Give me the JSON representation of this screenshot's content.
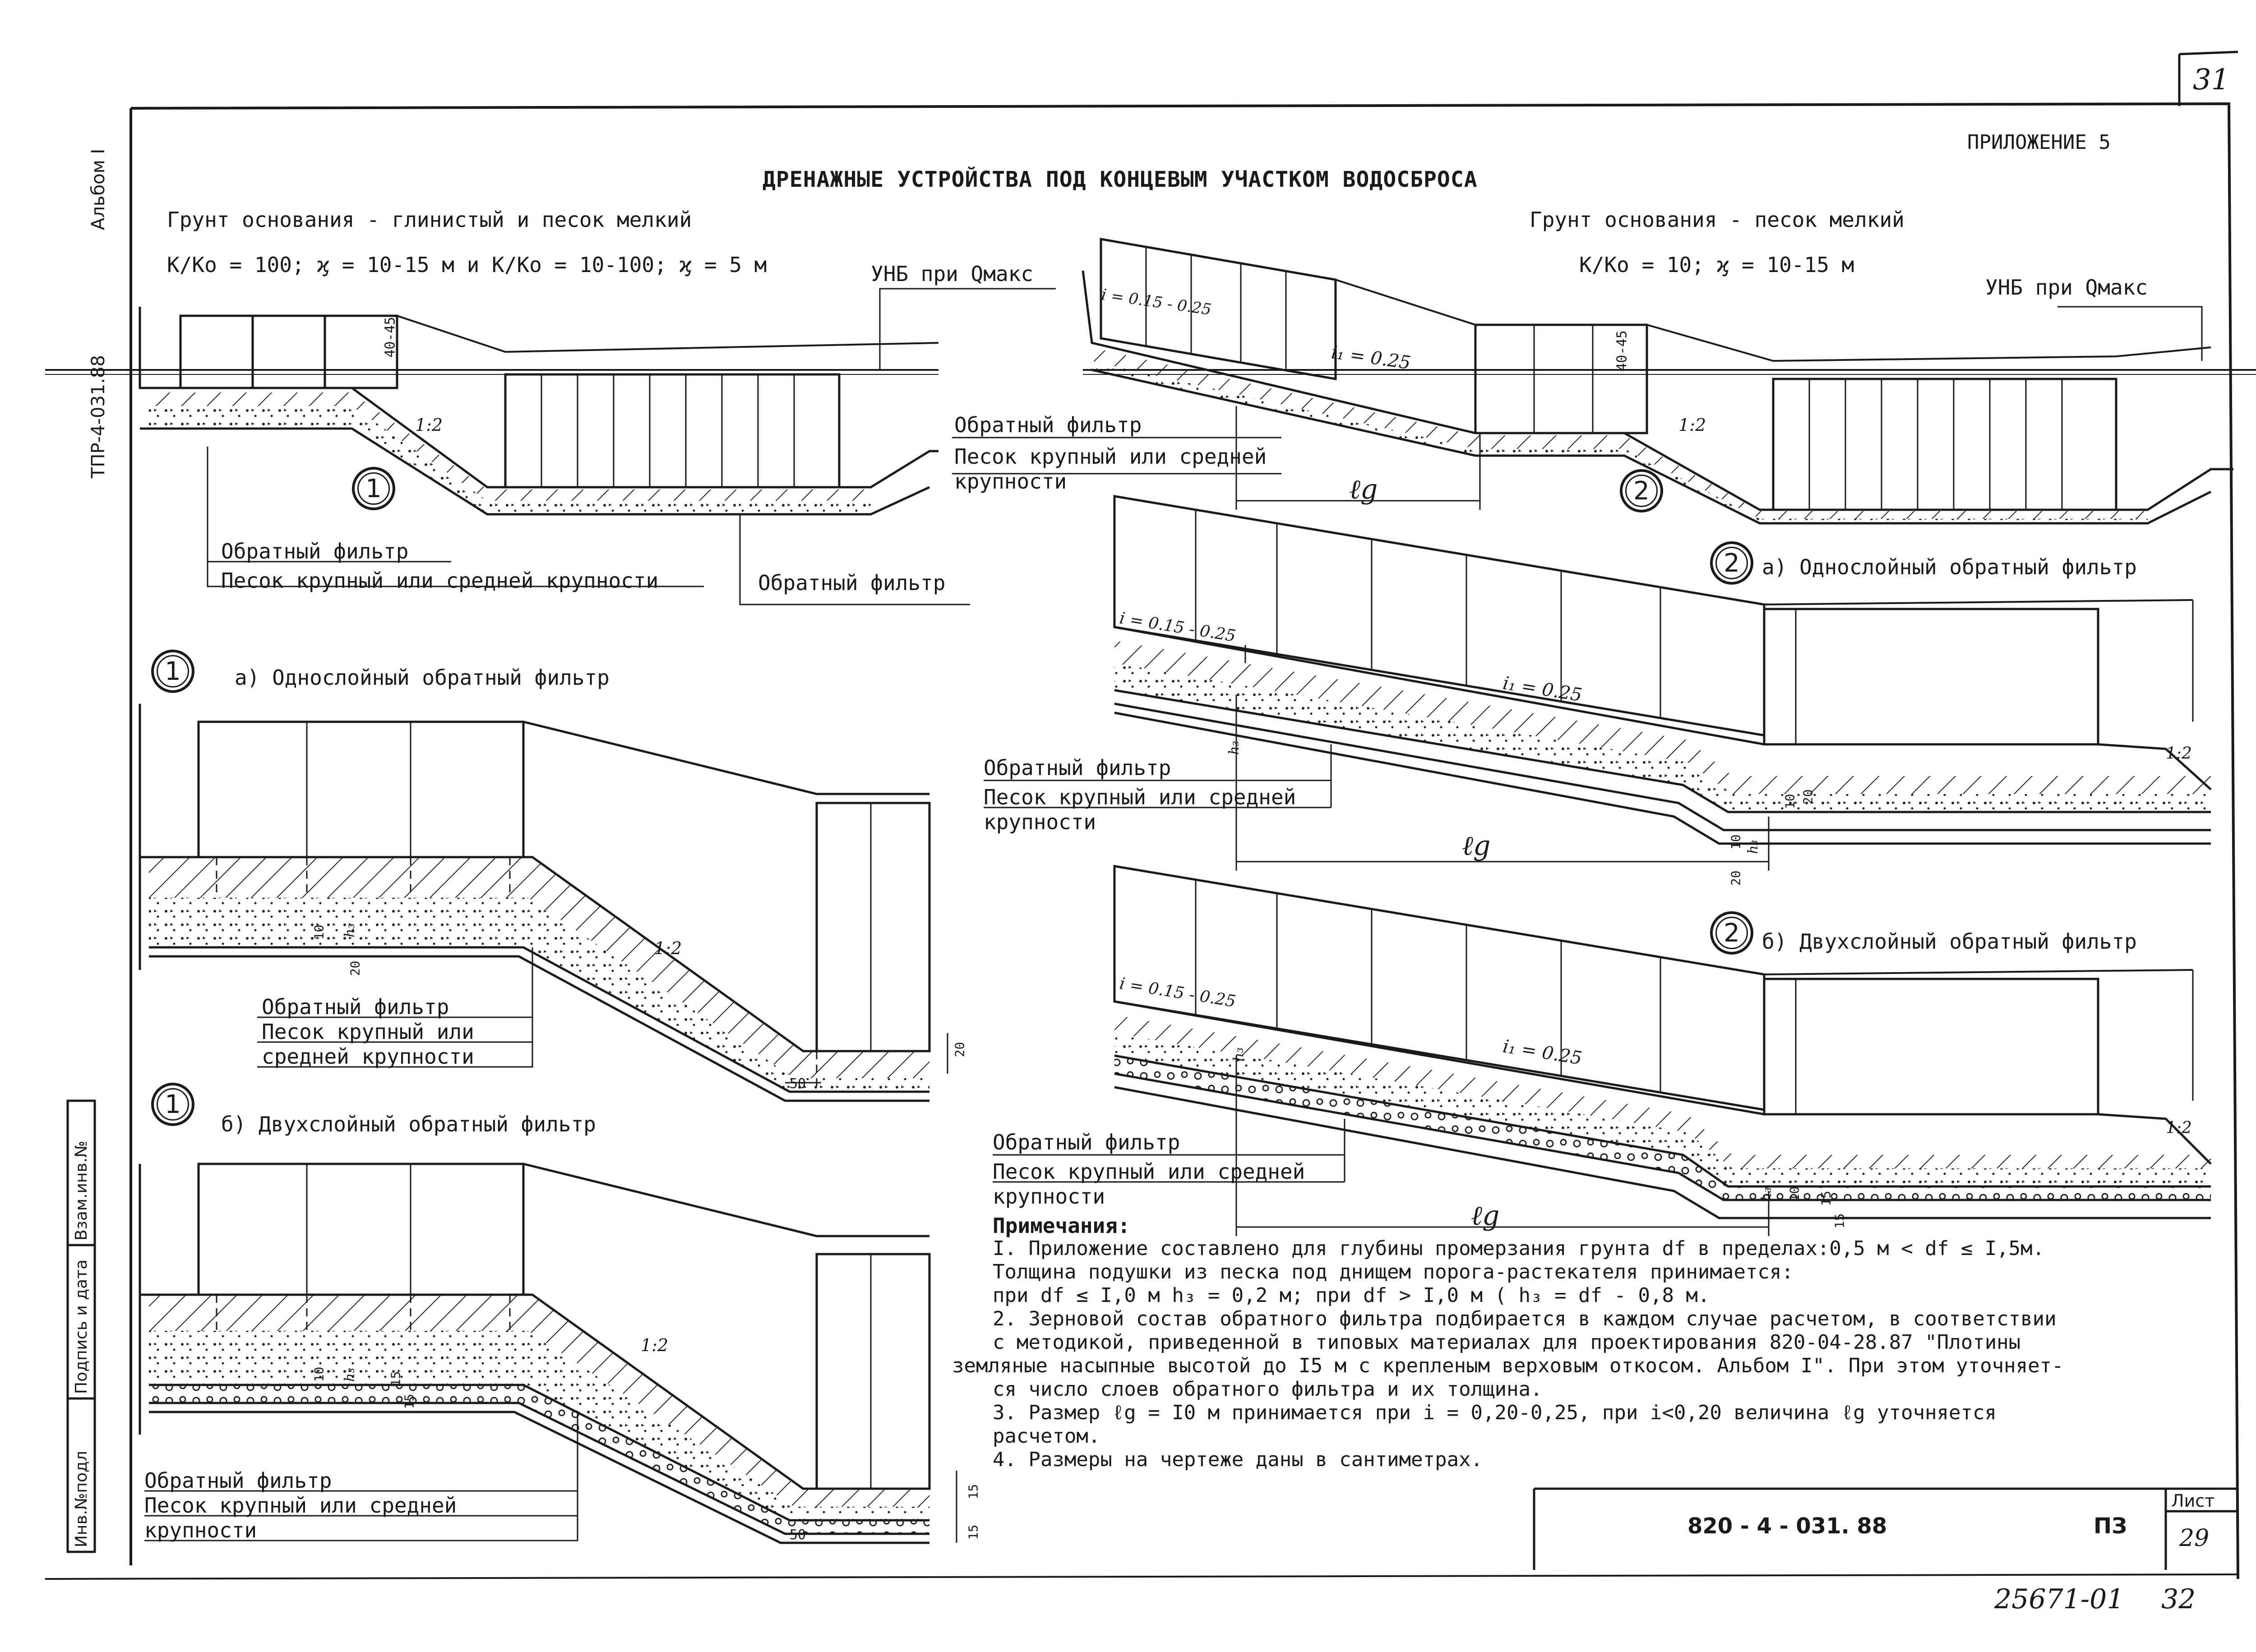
{
  "sheet_corner_number": "31",
  "appendix_label": "ПРИЛОЖЕНИЕ 5",
  "main_title": "ДРЕНАЖНЫЕ УСТРОЙСТВА ПОД КОНЦЕВЫМ УЧАСТКОМ ВОДОСБРОСА",
  "left_margin": {
    "album": "Альбом I",
    "doc_code": "ТПР-4-031.88",
    "stamp_cells": [
      "Инв.№подл",
      "Подпись и дата",
      "Взам.инв.№"
    ]
  },
  "left_scheme": {
    "soil_title": "Грунт основания - глинистый и песок мелкий",
    "formula": "K/Ko = 100; ϗ = 10-15 м и K/Ko = 10-100; ϗ = 5 м",
    "unb_label": "УНБ при Qмакс",
    "slope": "1:2",
    "dim": "40-45",
    "marker": "1",
    "label_filter": "Обратный фильтр",
    "label_sand": "Песок крупный или средней крупности",
    "label_filter_right": "Обратный фильтр"
  },
  "right_scheme": {
    "soil_title": "Грунт основания - песок мелкий",
    "formula": "K/Ko = 10; ϗ = 10-15 м",
    "unb_label": "УНБ при Qмакс",
    "slope_top": "i = 0.15 - 0.25",
    "slope_i1": "i₁ = 0.25",
    "slope": "1:2",
    "dim": "40-45",
    "lg": "ℓg",
    "marker": "2",
    "label_filter": "Обратный фильтр",
    "label_sand_1": "Песок крупный или средней",
    "label_sand_2": "крупности"
  },
  "detail_1a": {
    "marker": "1",
    "caption": "а) Однослойный обратный фильтр",
    "slope": "1:2",
    "dims": [
      "10",
      "h₃",
      "20",
      "20",
      "50"
    ],
    "label_1": "Обратный фильтр",
    "label_2": "Песок крупный или",
    "label_3": "средней крупности"
  },
  "detail_1b": {
    "marker": "1",
    "caption": "б) Двухслойный обратный фильтр",
    "slope": "1:2",
    "dims": [
      "10",
      "h₃",
      "15",
      "15",
      "15",
      "15",
      "50"
    ],
    "label_1": "Обратный фильтр",
    "label_2": "Песок крупный или средней",
    "label_3": "крупности"
  },
  "detail_2a": {
    "marker": "2",
    "caption": "а) Однослойный обратный фильтр",
    "slope_top": "i = 0.15 - 0.25",
    "slope_i1": "i₁ = 0.25",
    "slope": "1:2",
    "lg": "ℓg",
    "dims": [
      "10",
      "h₃",
      "20",
      "10",
      "h₃",
      "20"
    ],
    "label_1": "Обратный фильтр",
    "label_2": "Песок крупный или средней",
    "label_3": "крупности"
  },
  "detail_2b": {
    "marker": "2",
    "caption": "б) Двухслойный обратный фильтр",
    "slope_top": "i = 0.15 - 0.25",
    "slope_i1": "i₁ = 0.25",
    "slope": "1:2",
    "lg": "ℓg",
    "dims": [
      "h₃",
      "10",
      "h₃",
      "15",
      "15"
    ],
    "label_1": "Обратный фильтр",
    "label_2": "Песок крупный или средней",
    "label_3": "крупности"
  },
  "notes": {
    "heading": "Примечания:",
    "lines": [
      "I. Приложение составлено для глубины промерзания грунта df  в пределах:0,5 м < df ≤ I,5м.",
      "   Толщина подушки из песка под днищем порога-растекателя принимается:",
      "   при df ≤ I,0 м  h₃ = 0,2 м; при  df > I,0 м ( h₃ = df  - 0,8 м.",
      "2. Зерновой состав обратного фильтра подбирается в каждом случае расчетом, в соответствии",
      "   с методикой, приведенной в типовых материалах для проектирования 820-04-28.87 \"Плотины",
      "земляные насыпные высотой до I5 м с крепленым верховым откосом. Альбом I\". При этом уточняет-",
      "   ся число слоев обратного фильтра и их толщина.",
      "3. Размер ℓg = I0 м принимается при i = 0,20-0,25, при i<0,20  величина  ℓg уточняется",
      "   расчетом.",
      "4. Размеры на чертеже даны в сантиметрах."
    ]
  },
  "title_block": {
    "doc_number": "820 - 4 - 031. 88",
    "stage": "ПЗ",
    "sheet_label": "Лист",
    "sheet_number": "29"
  },
  "archive_number": "25671-01",
  "archive_page": "32"
}
